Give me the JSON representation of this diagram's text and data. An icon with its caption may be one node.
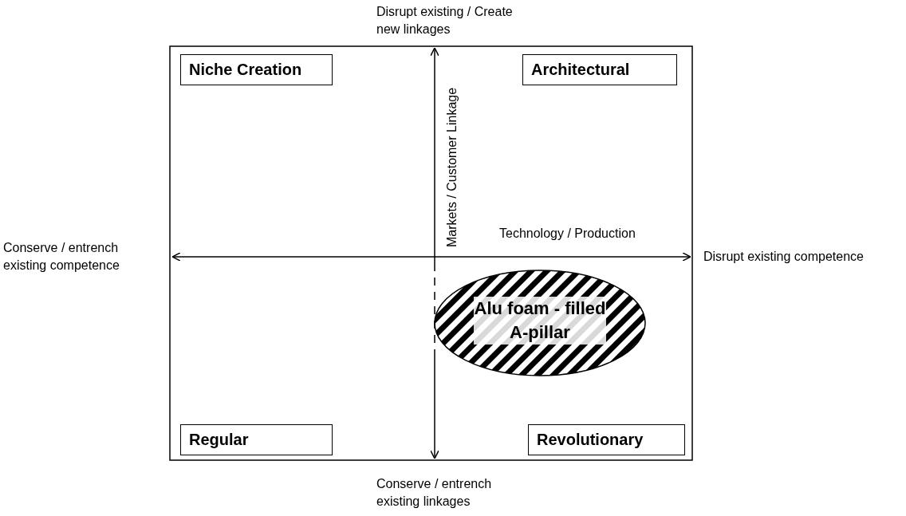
{
  "diagram": {
    "nodes": [
      {
        "text": [
          "Niche Creation"
        ]
      },
      {
        "text": [
          "Architectural"
        ]
      },
      {
        "text": [
          "Alu foam - filled A-pillar"
        ]
      },
      {
        "text": [
          "Regular"
        ]
      },
      {
        "text": [
          "Revolutionary"
        ]
      }
    ],
    "labels": [
      "Disrupt existing / Create new linkages",
      "Markets / Customer Linkage",
      "Technology / Production",
      "Conserve / entrench existing competence",
      "Disrupt existing competence",
      "Conserve / entrench existing linkages"
    ]
  }
}
